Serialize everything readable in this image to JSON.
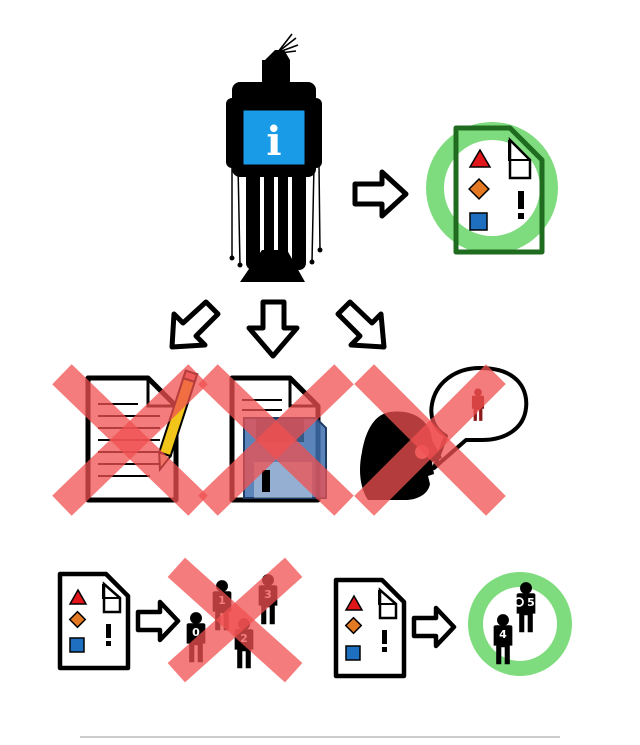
{
  "info_glyph": "i",
  "digits": {
    "d0": "0",
    "d1": "1",
    "d2": "2",
    "d3": "3",
    "d4": "4",
    "d5": "5"
  },
  "colors": {
    "ink": "#000000",
    "info_blue": "#1a9be8",
    "accept_green": "#7edc7e",
    "accept_border": "#1f6b1f",
    "reject_red": "#f05050",
    "shape_red": "#e0161a",
    "shape_orange": "#e37a23",
    "shape_blue": "#1e6fc0",
    "pencil_yellow": "#f2c51a",
    "divider": "#999999"
  },
  "icons": [
    "robot-info-icon",
    "arrow-right-icon",
    "approved-document-icon",
    "arrow-down-left-icon",
    "arrow-down-icon",
    "arrow-down-right-icon",
    "edit-document-icon",
    "save-document-icon",
    "speak-icon",
    "document-icon",
    "people-group-icon",
    "pair-icon"
  ]
}
